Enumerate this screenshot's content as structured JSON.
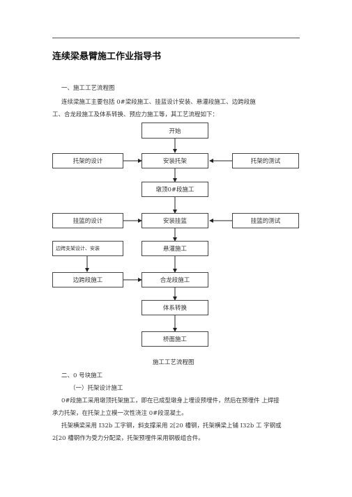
{
  "doc": {
    "title": "连续梁悬臂施工作业指导书",
    "sec1_heading": "一、施工工艺流程图",
    "sec1_line1": "连续梁施工主要包括 0#梁段施工、挂蓝设计安装、悬灌段施工、边跨段施",
    "sec1_line2": "工、合龙段施工及体系转换、预应力施工等，其工艺流程如下：",
    "flow": {
      "start": "开始",
      "install_bracket": "安装托架",
      "bracket_design": "托架的设计",
      "bracket_test": "托架的测试",
      "pier_top": "墩顶0#段施工",
      "basket_design": "挂篮的设计",
      "install_basket": "安装挂篮",
      "basket_test": "挂篮的测试",
      "side_support": "边跨支架设计、安装",
      "cantilever": "悬灌施工",
      "side_span": "边跨段施工",
      "closure": "合龙段施工",
      "conversion": "体系转换",
      "deck": "桥面施工"
    },
    "flow_caption": "施工工艺流程图",
    "sec2_heading": "二、0 号块施工",
    "sec2_sub": "（一）托架设计施工",
    "sec2_p1_line1": "0#段施工采用墩顶托架施工，即在已成型墩身上埋设预埋件，然后在预埋件 上焊接",
    "sec2_p1_line2": "承力托架，在托架上立模一次性浇注  0#段混凝土。",
    "sec2_p2_line1": "托架横梁采用 I32b 工字钢，斜支撑采用 2[20 槽钢，托架横梁上铺 I32b 工 字钢或",
    "sec2_p2_line2": "2[20 槽钢作为受力分配梁，托架预埋件采用钢板组合件。"
  }
}
